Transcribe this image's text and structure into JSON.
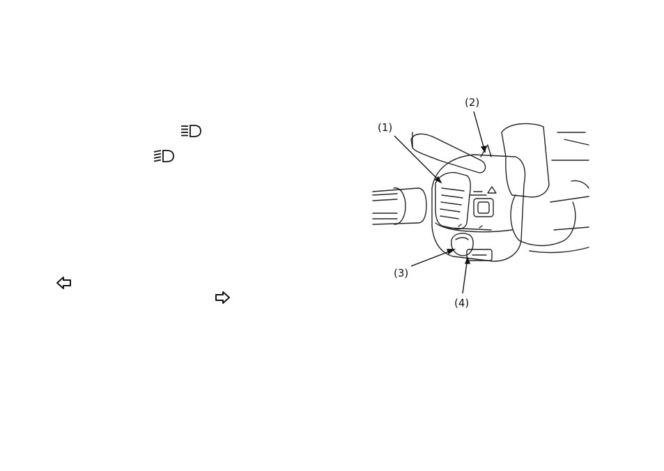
{
  "figure": {
    "callouts": [
      "(1)",
      "(2)",
      "(3)",
      "(4)"
    ]
  },
  "icons": {
    "high_beam": "high-beam-icon",
    "low_beam": "low-beam-icon",
    "turn_left": "turn-left-arrow-icon",
    "turn_right": "turn-right-arrow-icon"
  }
}
